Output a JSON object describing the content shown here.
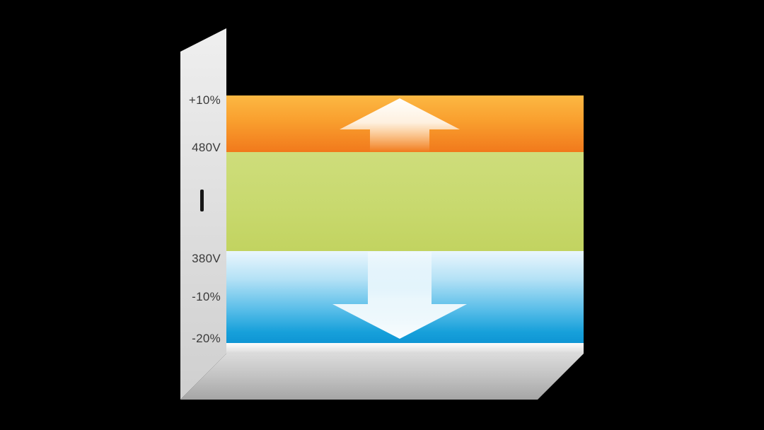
{
  "diagram": {
    "kind": "voltage-tolerance-band-diagram",
    "background_color": "#000000"
  },
  "scale": {
    "labels": [
      {
        "id": "plus10",
        "text": "+10%"
      },
      {
        "id": "v480",
        "text": "480V"
      },
      {
        "id": "v380",
        "text": "380V"
      },
      {
        "id": "minus10",
        "text": "-10%"
      },
      {
        "id": "minus20",
        "text": "-20%"
      }
    ],
    "panel_color": "#e0e0e0",
    "tick_color": "#161616"
  },
  "bands": {
    "over_voltage": {
      "label_range": "480V to +10%",
      "top_color": "#fcb843",
      "bottom_color": "#f1791c"
    },
    "nominal": {
      "label_range": "380V to 480V",
      "color": "#c8d96e"
    },
    "under_voltage": {
      "label_range": "-20% to 380V",
      "top_color": "#eaf6fd",
      "bottom_color": "#0e95d4"
    },
    "base_color_top": "#dbdbdb",
    "base_color_bottom": "#a5a5a5"
  },
  "icons": {
    "up_arrow": "up-arrow",
    "down_arrow": "down-arrow",
    "arrow_color": "#ffffff"
  }
}
